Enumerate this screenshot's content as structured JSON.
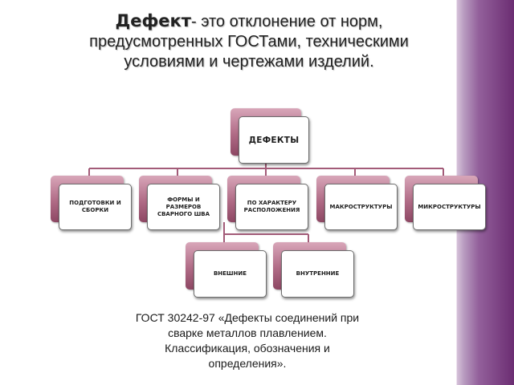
{
  "heading": {
    "term": "Дефект",
    "dash": "-",
    "line1_rest": " это отклонение  от норм,",
    "line2": "предусмотренных  ГОСТами, техническими",
    "line3": "условиями  и чертежами  изделий."
  },
  "diagram": {
    "root": "ДЕФЕКТЫ",
    "level1": [
      "ПОДГОТОВКИ И СБОРКИ",
      "ФОРМЫ И РАЗМЕРОВ СВАРНОГО ШВА",
      "ПО ХАРАКТЕРУ РАСПОЛОЖЕНИЯ",
      "МАКРОСТРУКТУРЫ",
      "МИКРОСТРУКТУРЫ"
    ],
    "level2": [
      "ВНЕШНИЕ",
      "ВНУТРЕННИЕ"
    ],
    "colors": {
      "connector": "#a35b78",
      "back_card": "#b06b86",
      "side_band": "#6b2d72"
    }
  },
  "caption": "ГОСТ 30242-97 «Дефекты соединений при сварке металлов плавлением. Классификация, обозначения и определения»."
}
